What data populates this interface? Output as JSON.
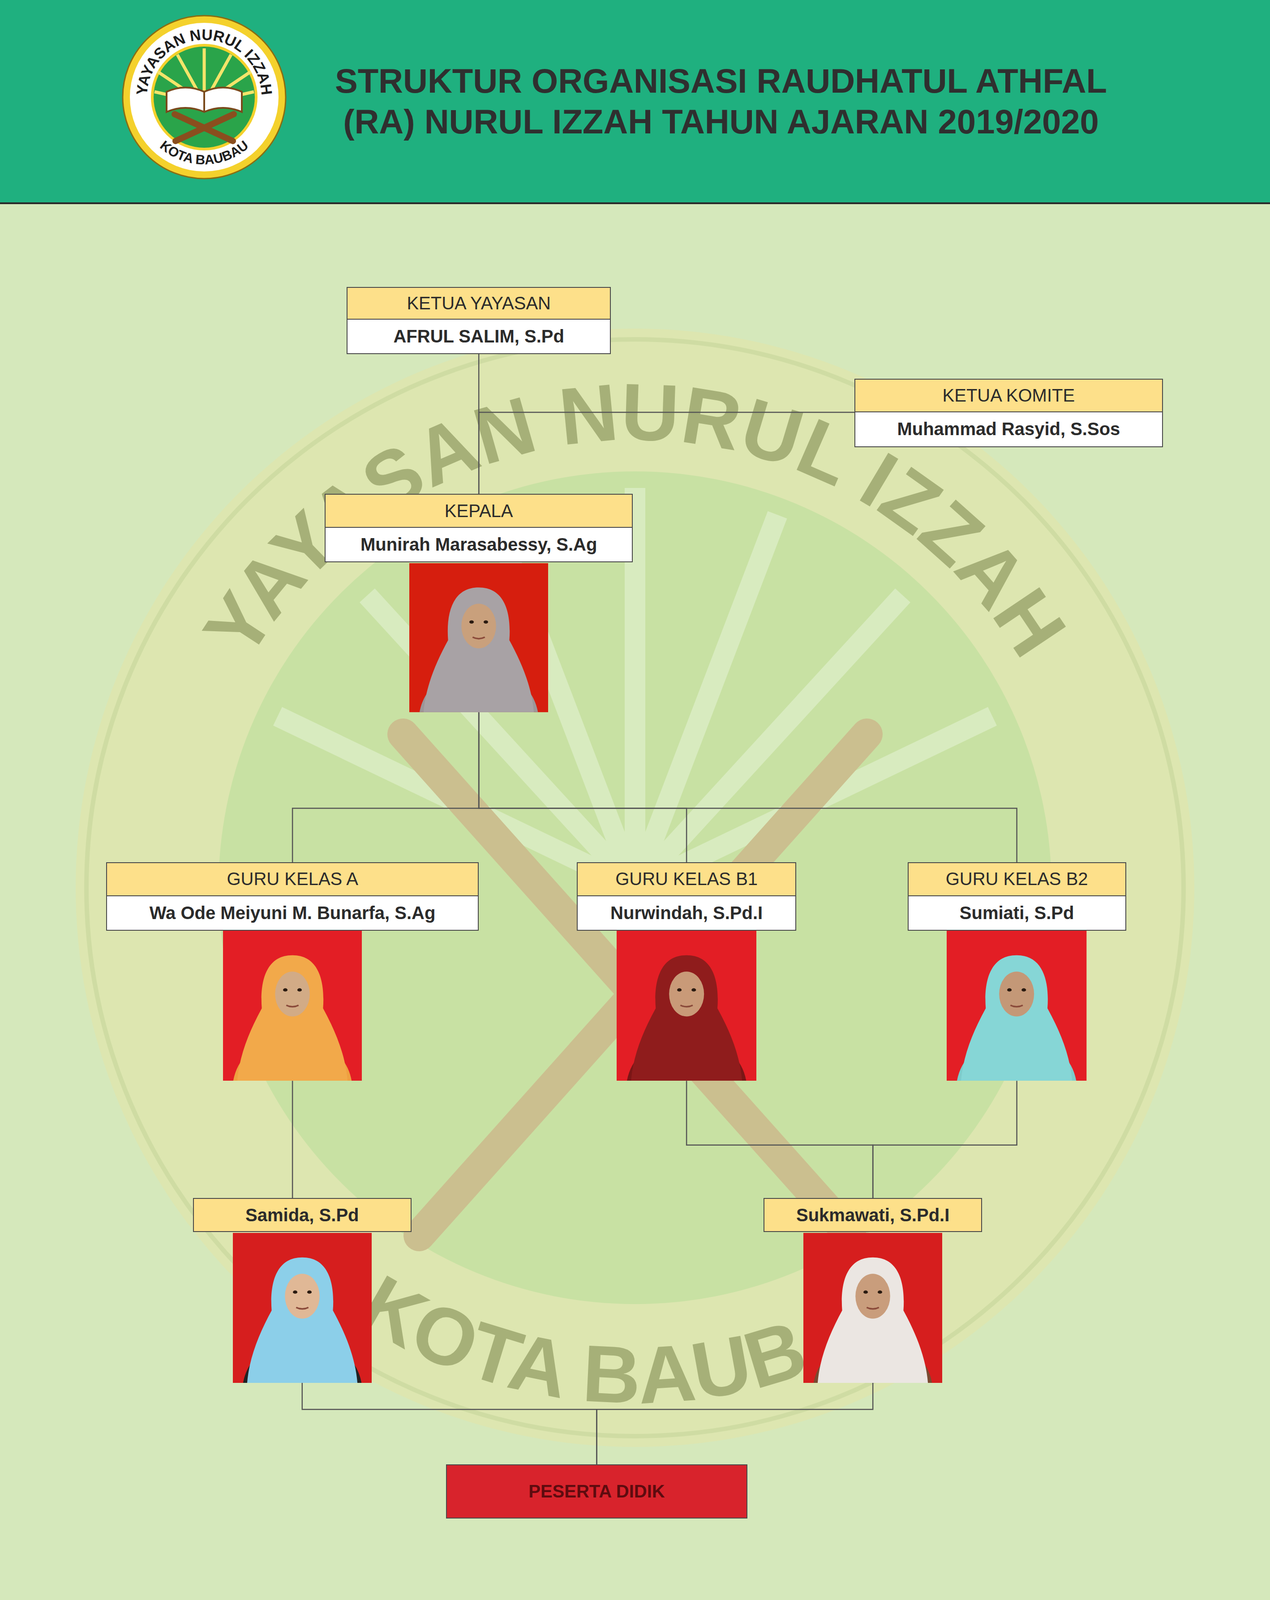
{
  "diagram": {
    "title": "STRUKTUR ORGANISASI RAUDHATUL ATHFAL (RA) NURUL IZZAH TAHUN AJARAN 2019/2020",
    "nodes": [
      {
        "text": [
          "KETUA YAYASAN",
          "AFRUL SALIM, S.Pd"
        ]
      },
      {
        "text": [
          "KETUA KOMITE",
          "Muhammad Rasyid, S.Sos"
        ]
      },
      {
        "text": [
          "KEPALA",
          "Munirah Marasabessy, S.Ag"
        ]
      },
      {
        "text": [
          "GURU KELAS A",
          "Wa Ode Meiyuni M. Bunarfa, S.Ag"
        ]
      },
      {
        "text": [
          "GURU KELAS B1",
          "Nurwindah, S.Pd.I"
        ]
      },
      {
        "text": [
          "GURU KELAS B2",
          "Sumiati, S.Pd"
        ]
      },
      {
        "text": [
          "Samida, S.Pd"
        ]
      },
      {
        "text": [
          "Sukmawati, S.Pd.I"
        ]
      },
      {
        "text": [
          "PESERTA DIDIK"
        ]
      }
    ],
    "edges": [
      {
        "from": 0,
        "to": 2,
        "arrow": "none"
      },
      {
        "from": 1,
        "to": 2,
        "arrow": "none"
      },
      {
        "from": 2,
        "to": 3,
        "arrow": "none"
      },
      {
        "from": 2,
        "to": 4,
        "arrow": "none"
      },
      {
        "from": 2,
        "to": 5,
        "arrow": "none"
      },
      {
        "from": 3,
        "to": 6,
        "arrow": "none"
      },
      {
        "from": 4,
        "to": 7,
        "arrow": "none"
      },
      {
        "from": 5,
        "to": 7,
        "arrow": "none"
      },
      {
        "from": 6,
        "to": 8,
        "arrow": "none"
      },
      {
        "from": 7,
        "to": 8,
        "arrow": "none"
      }
    ],
    "labels": [
      "YAYASAN NURUL IZZAH",
      "KOTA BAUBAU",
      "YAYASAN NURUL IZZAH",
      "KOTA BAUBAU"
    ]
  }
}
